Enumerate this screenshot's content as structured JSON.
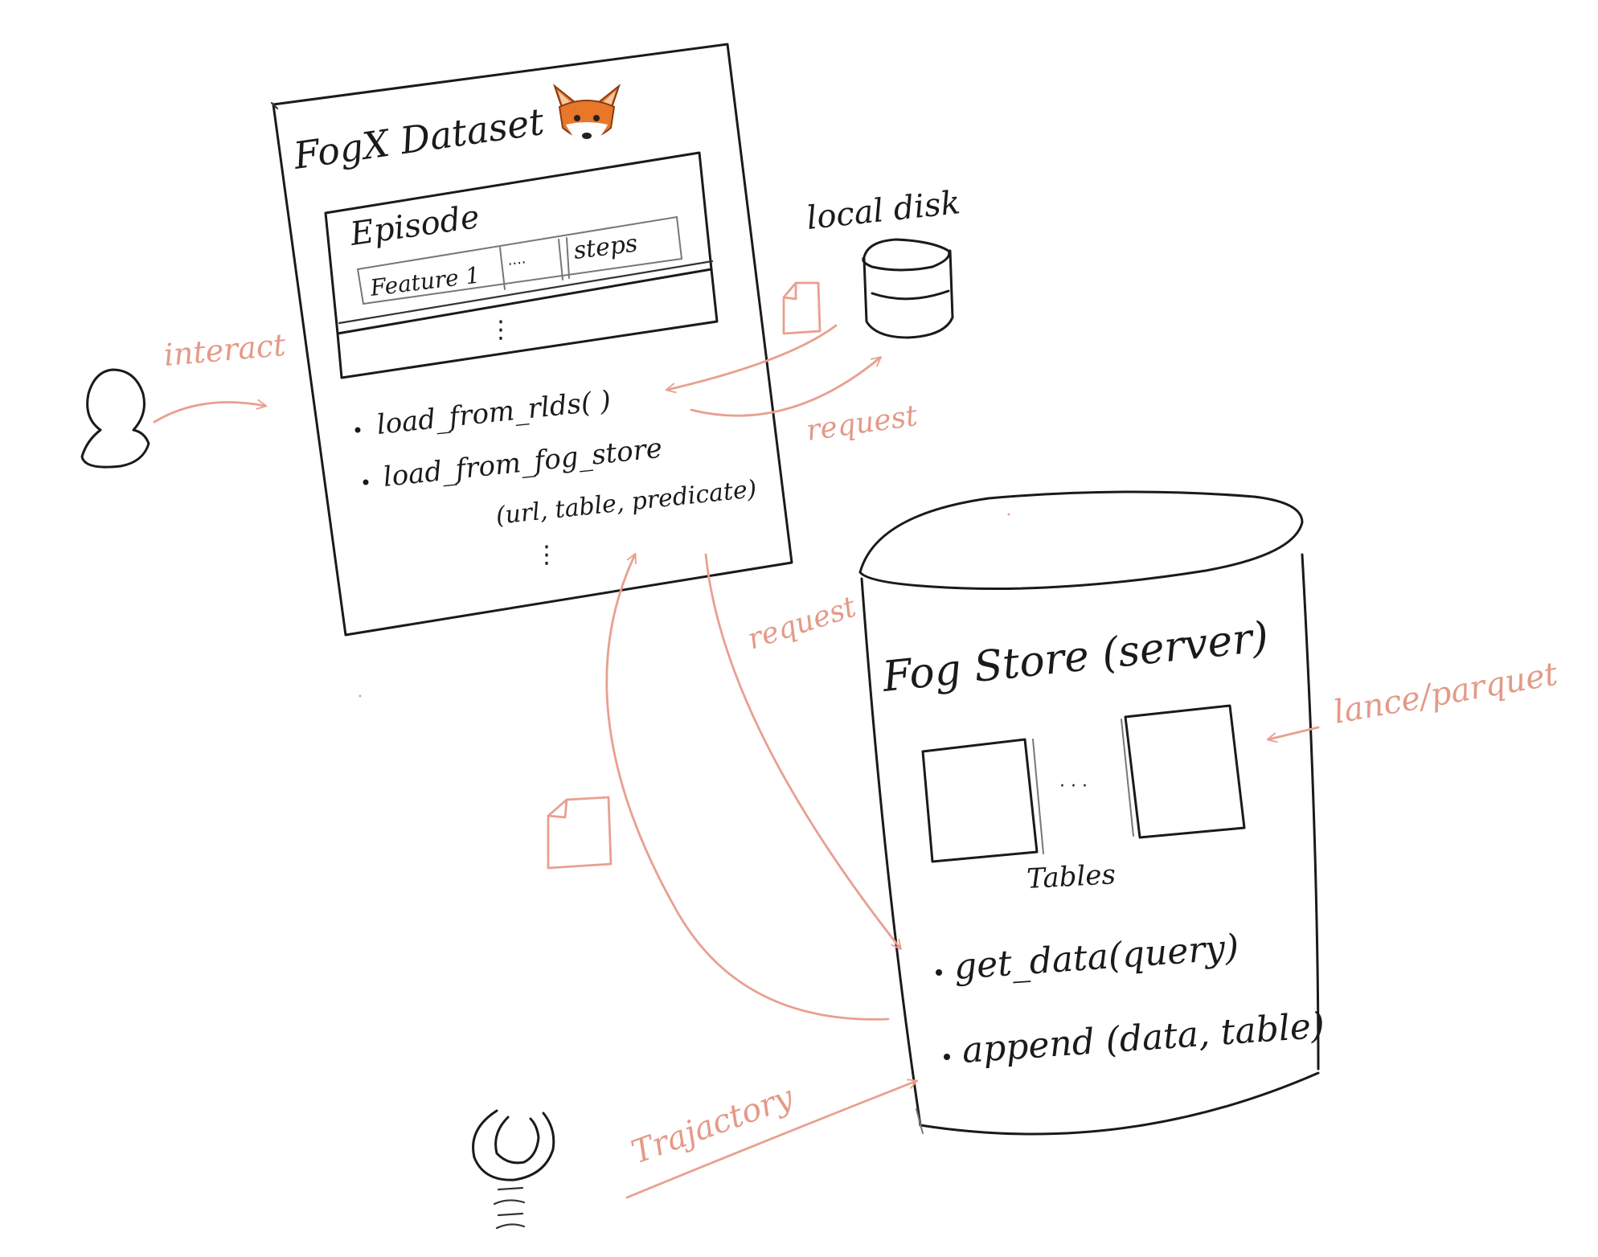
{
  "colors": {
    "ink": "#1a1a1a",
    "annotation": "#e8a090",
    "fox_orange": "#e8772a",
    "background": "#ffffff"
  },
  "fogx_dataset": {
    "title": "FogX Dataset",
    "logo_icon": "fox-face-emoji",
    "episode": {
      "label": "Episode",
      "feature_cell": "Feature 1",
      "middle_cell": "....",
      "steps_cell": "steps",
      "more_rows": "⋮"
    },
    "methods": [
      "load_from_rlds( )",
      "load_from_fog_store"
    ],
    "method_args": "(url, table, predicate)",
    "more_methods": "⋮"
  },
  "local_disk": {
    "label": "local disk",
    "icon": "database-cylinder-icon"
  },
  "fog_store": {
    "title": "Fog Store (server)",
    "tables_label": "Tables",
    "tables_ellipsis": "· · ·",
    "methods": [
      "get_data(query)",
      "append (data, table)"
    ]
  },
  "annotations": {
    "interact": "interact",
    "request_local": "request",
    "request_store": "request",
    "lance_parquet": "lance/parquet",
    "trajectory": "Trajactory"
  },
  "actors": {
    "user_icon": "user-icon",
    "robot_icon": "robot-gripper-icon",
    "file_icon": "file-icon"
  }
}
